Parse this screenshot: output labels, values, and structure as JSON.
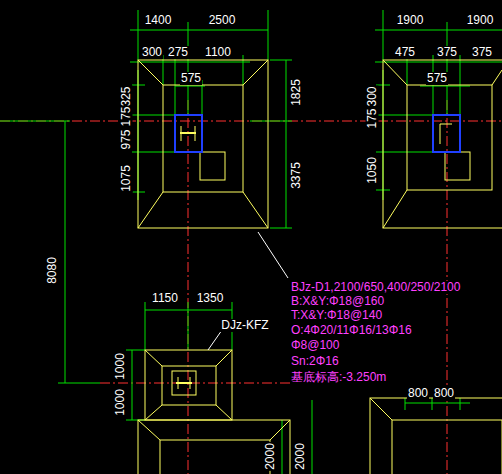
{
  "diagram": {
    "labels": [
      "1400",
      "2500",
      "1900",
      "1900",
      "300",
      "275",
      "1100",
      "475",
      "375",
      "375",
      "575",
      "575",
      "325",
      "175",
      "975",
      "1075",
      "1825",
      "3375",
      "300",
      "175",
      "1050",
      "8080",
      "1150",
      "1350",
      "DJz-KFZ",
      "1000",
      "1000",
      "BJz-D1,2100/650,400/250/2100",
      "B:X&Y:Φ18@160",
      "T:X&Y:Φ18@140",
      "O:4Φ20/11Φ16/13Φ16",
      "Φ8@100",
      "Sn:2Φ16",
      "基底标高:-3.250m",
      "800",
      "800",
      "2000",
      "2000"
    ]
  }
}
